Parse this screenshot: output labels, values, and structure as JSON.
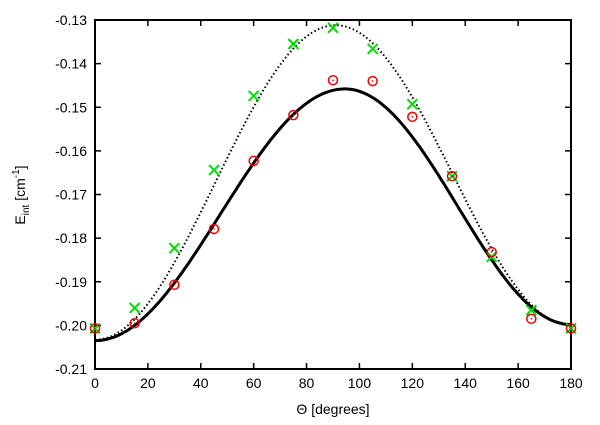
{
  "chart_data": {
    "type": "scatter",
    "title": "",
    "xlabel": "Θ [degrees]",
    "ylabel": "E_int [cm^-1]",
    "ylabel_main": "E",
    "ylabel_sub": "int",
    "ylabel_unit_pre": " [cm",
    "ylabel_unit_sup": "-1",
    "ylabel_unit_post": "]",
    "xlim": [
      0,
      180
    ],
    "ylim": [
      -0.21,
      -0.13
    ],
    "xticks": [
      0,
      20,
      40,
      60,
      80,
      100,
      120,
      140,
      160,
      180
    ],
    "yticks": [
      -0.13,
      -0.14,
      -0.15,
      -0.16,
      -0.17,
      -0.18,
      -0.19,
      -0.2,
      -0.21
    ],
    "ytick_labels": [
      "-0.13",
      "-0.14",
      "-0.15",
      "-0.16",
      "-0.17",
      "-0.18",
      "-0.19",
      "-0.20",
      "-0.21"
    ],
    "grid": false,
    "legend": null,
    "x": [
      0,
      15,
      30,
      45,
      60,
      75,
      90,
      105,
      120,
      135,
      150,
      165,
      180
    ],
    "series": [
      {
        "name": "green crosses",
        "marker": "x",
        "color": "#00dd00",
        "values": [
          -0.2007,
          -0.196,
          -0.1823,
          -0.1644,
          -0.1474,
          -0.1355,
          -0.1318,
          -0.1366,
          -0.1493,
          -0.1658,
          -0.1843,
          -0.1965,
          -0.2007
        ]
      },
      {
        "name": "red circles",
        "marker": "o",
        "color": "#ee0000",
        "values": [
          -0.2007,
          -0.1995,
          -0.1907,
          -0.1779,
          -0.1623,
          -0.1518,
          -0.1438,
          -0.144,
          -0.1522,
          -0.1658,
          -0.1832,
          -0.1985,
          -0.2007
        ]
      },
      {
        "name": "dotted curve",
        "type": "line",
        "style": "dotted",
        "color": "#000000",
        "min": -0.2033,
        "max": -0.1312,
        "peak_x": 91,
        "end_value": -0.2
      },
      {
        "name": "solid curve",
        "type": "line",
        "style": "solid",
        "color": "#000000",
        "min": -0.2035,
        "max": -0.1458,
        "peak_x": 94.5,
        "end_value": -0.1998
      }
    ]
  }
}
